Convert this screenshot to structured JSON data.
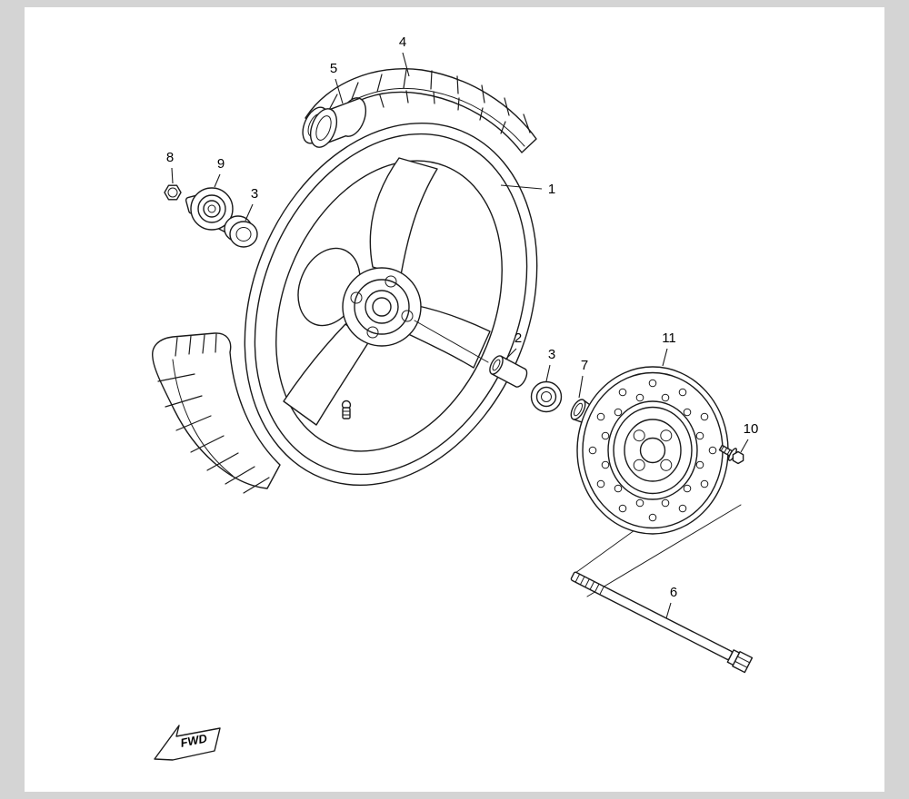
{
  "window": {
    "frame_color": "#d4d4d4",
    "canvas_color": "#ffffff",
    "line_color": "#1a1a1a"
  },
  "diagram": {
    "type": "exploded-parts-line-drawing",
    "fwd_label": "FWD",
    "callouts": [
      {
        "ref": "4"
      },
      {
        "ref": "5"
      },
      {
        "ref": "8"
      },
      {
        "ref": "9"
      },
      {
        "ref": "3"
      },
      {
        "ref": "1"
      },
      {
        "ref": "2"
      },
      {
        "ref": "3"
      },
      {
        "ref": "7"
      },
      {
        "ref": "11"
      },
      {
        "ref": "10"
      },
      {
        "ref": "6"
      }
    ]
  }
}
